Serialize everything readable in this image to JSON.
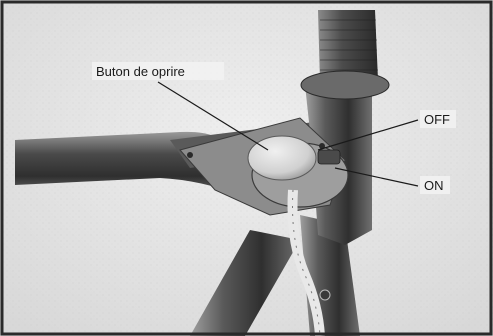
{
  "labels": {
    "stop_button": "Buton de oprire",
    "off": "OFF",
    "on": "ON"
  },
  "colors": {
    "frame": "#2a2a2a",
    "background": "#e6e6e6",
    "metal_dark": "#3a3a3a",
    "metal_mid": "#7a7a7a",
    "metal_light": "#c8c8c8",
    "button_face": "#d8d8d8"
  }
}
